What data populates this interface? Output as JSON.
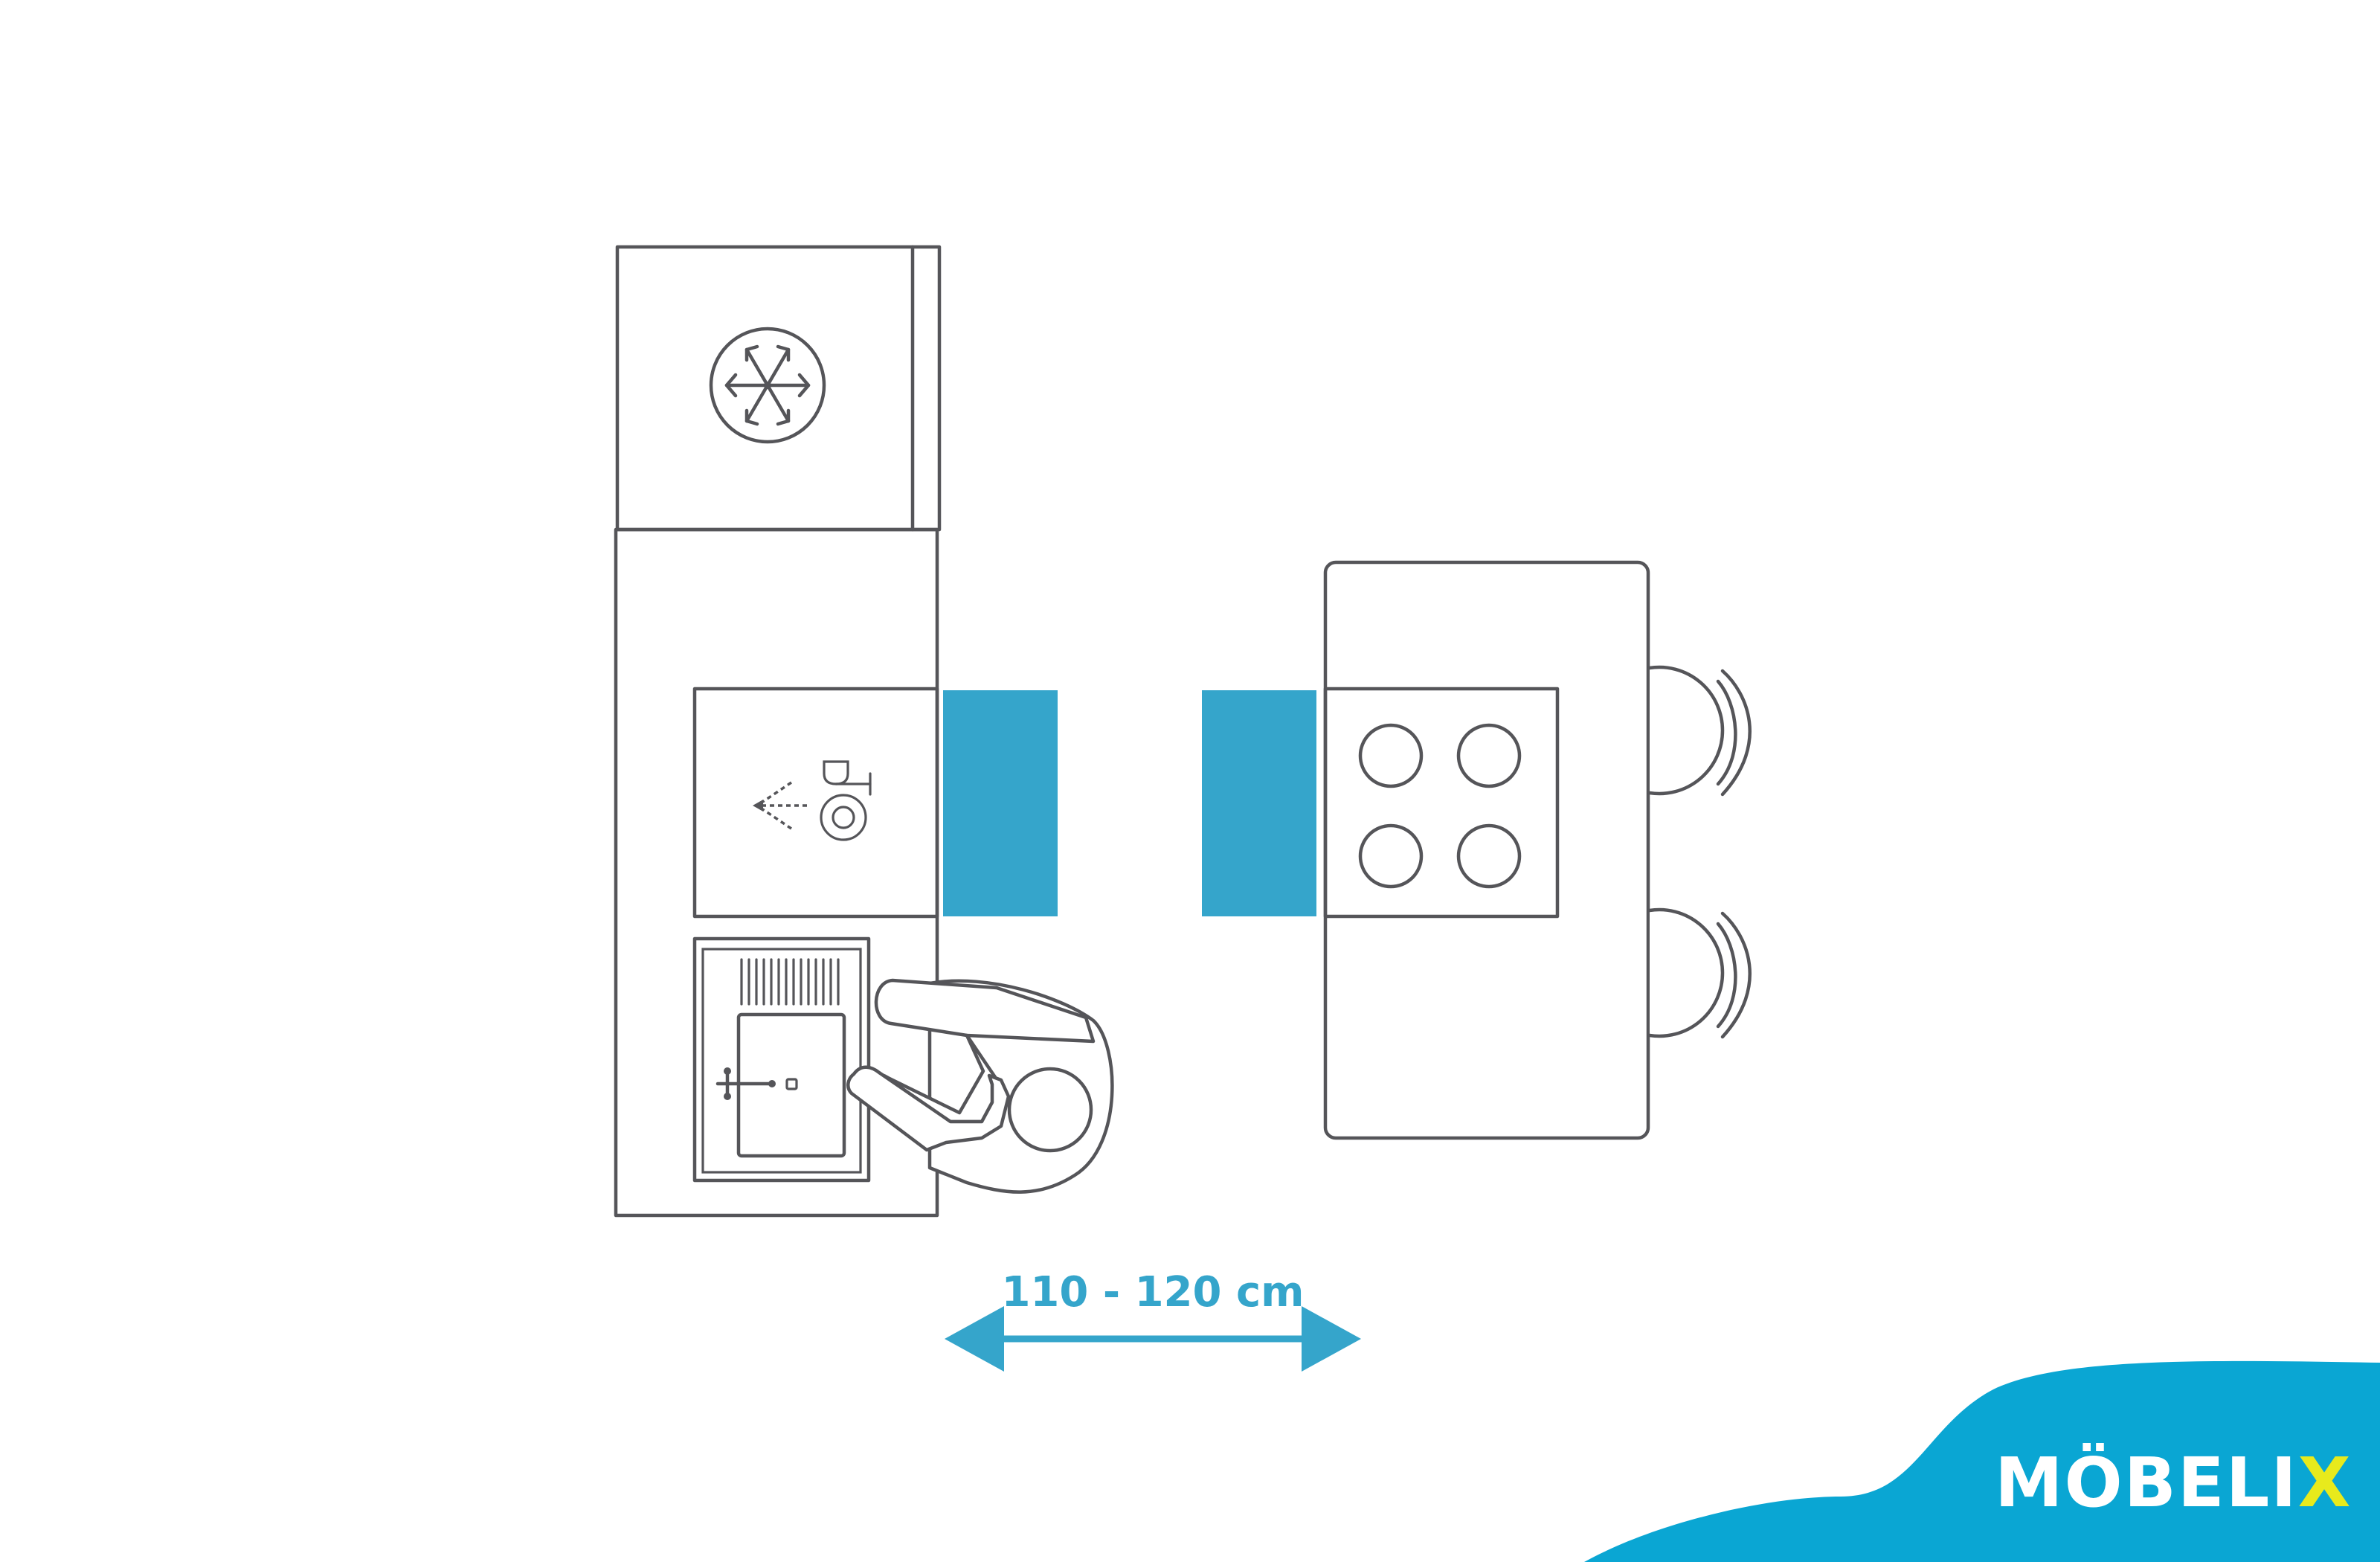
{
  "dimension": {
    "label": "110 - 120 cm"
  },
  "logo": {
    "main": "MÖBELI",
    "accent": "X"
  },
  "colors": {
    "accent": "#35a5cb",
    "wave": "#0aa6d3",
    "logo_accent": "#e8ea1c",
    "line": "#555559"
  },
  "icons": [
    "snowflake-icon",
    "dishwasher-icon",
    "sink-icon",
    "cooktop-icon",
    "person-icon",
    "chair-icon",
    "double-arrow-icon"
  ]
}
